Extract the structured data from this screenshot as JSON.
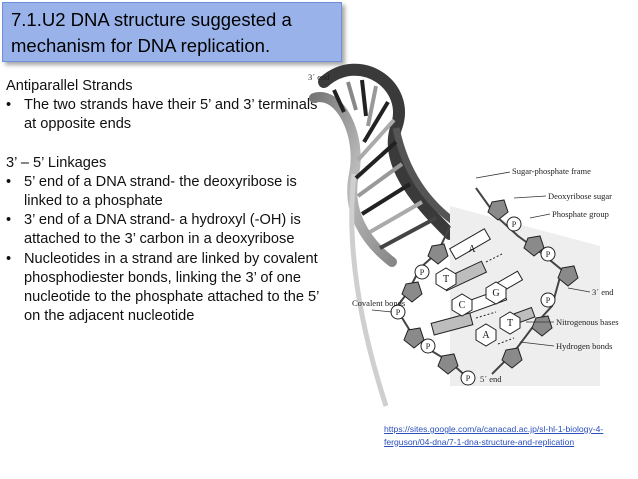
{
  "slide": {
    "title": "7.1.U2  DNA structure suggested a mechanism for DNA replication.",
    "sections": [
      {
        "heading": "Antiparallel Strands",
        "bullets": [
          "The two strands have their 5’ and 3’ terminals at opposite ends"
        ]
      },
      {
        "heading": "3’ – 5’ Linkages",
        "bullets": [
          "5’ end of a DNA strand- the deoxyribose is linked to a phosphate",
          "3’ end of a DNA strand- a hydroxyl (-OH) is attached to the 3’ carbon in a deoxyribose",
          "Nucleotides in a strand are linked by covalent phosphodiester bonds, linking the 3’ of one nucleotide to the phosphate attached to the 5’ on the adjacent nucleotide"
        ]
      }
    ],
    "source_url": "https://sites.google.com/a/canacad.ac.jp/sl-hl-1-biology-4-ferguson/04-dna/7-1-dna-structure-and-replication"
  },
  "diagram": {
    "labels": {
      "top_end": "3´ end",
      "sugar_phosphate_frame": "Sugar-phosphate frame",
      "deoxyribose_sugar": "Deoxyribose sugar",
      "phosphate_group": "Phosphate group",
      "right_end": "3´ end",
      "covalent_bonds": "Covalent bonds",
      "nitrogenous_bases": "Nitrogenous bases",
      "hydrogen_bonds": "Hydrogen bonds",
      "bottom_end": "5´ end"
    },
    "letters": {
      "p": "P",
      "t": "T",
      "a": "A",
      "g": "G",
      "c": "C"
    }
  },
  "colors": {
    "title_bg": "#99b3ea",
    "link": "#2b4fbd"
  }
}
